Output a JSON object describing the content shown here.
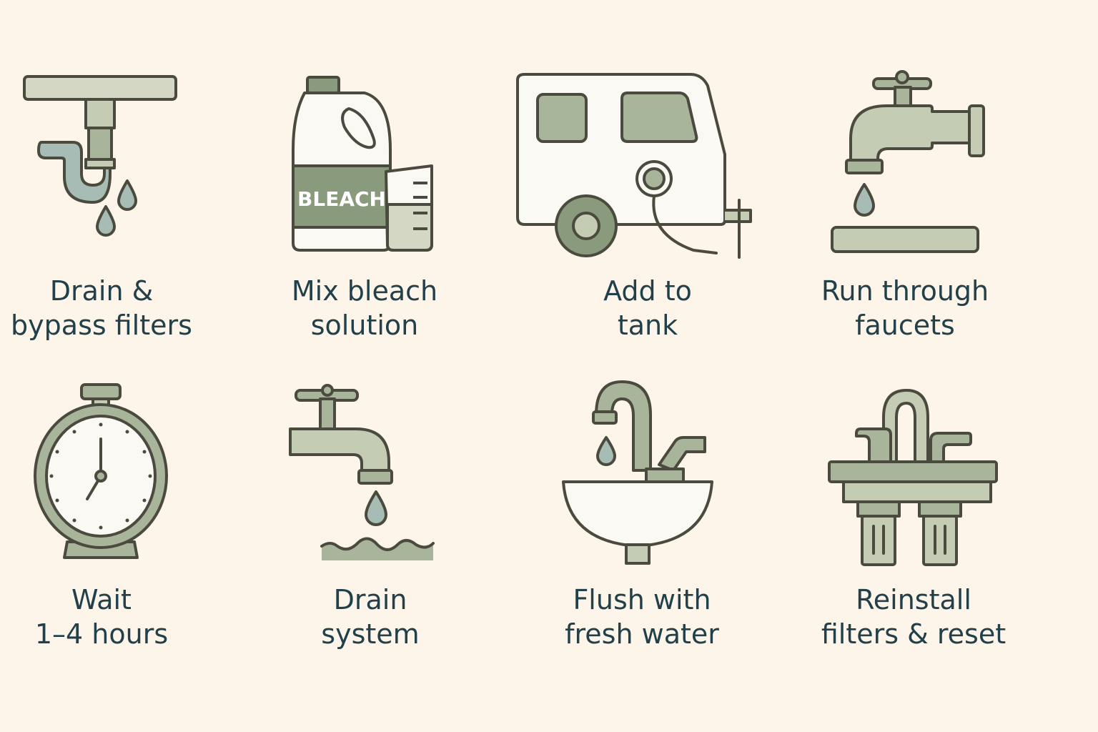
{
  "steps": [
    {
      "id": "drain-bypass",
      "icon": "pipe-drip-icon",
      "lines": [
        "Drain &",
        "bypass filters"
      ]
    },
    {
      "id": "mix-bleach",
      "icon": "bleach-jug-icon",
      "lines": [
        "Mix bleach",
        "solution"
      ],
      "jug_text": "BLEACH"
    },
    {
      "id": "add-to-tank",
      "icon": "rv-trailer-icon",
      "lines": [
        "Add to",
        "tank"
      ]
    },
    {
      "id": "run-faucets",
      "icon": "wall-faucet-icon",
      "lines": [
        "Run through",
        "faucets"
      ]
    },
    {
      "id": "wait",
      "icon": "stopwatch-icon",
      "lines": [
        "Wait",
        "1–4 hours"
      ]
    },
    {
      "id": "drain-system",
      "icon": "tap-draining-icon",
      "lines": [
        "Drain",
        "system"
      ]
    },
    {
      "id": "flush",
      "icon": "sink-faucet-icon",
      "lines": [
        "Flush with",
        "fresh water"
      ]
    },
    {
      "id": "reinstall",
      "icon": "filter-cartridges-icon",
      "lines": [
        "Reinstall",
        "filters & reset"
      ]
    }
  ],
  "colors": {
    "background": "#fdf5ea",
    "outline": "#4a4a3e",
    "sage": "#a9b59a",
    "sage_dark": "#8a9a7c",
    "sage_light": "#c4ccb4",
    "water": "#a8bcb6",
    "white": "#fbf9f3",
    "text": "#21404a"
  }
}
